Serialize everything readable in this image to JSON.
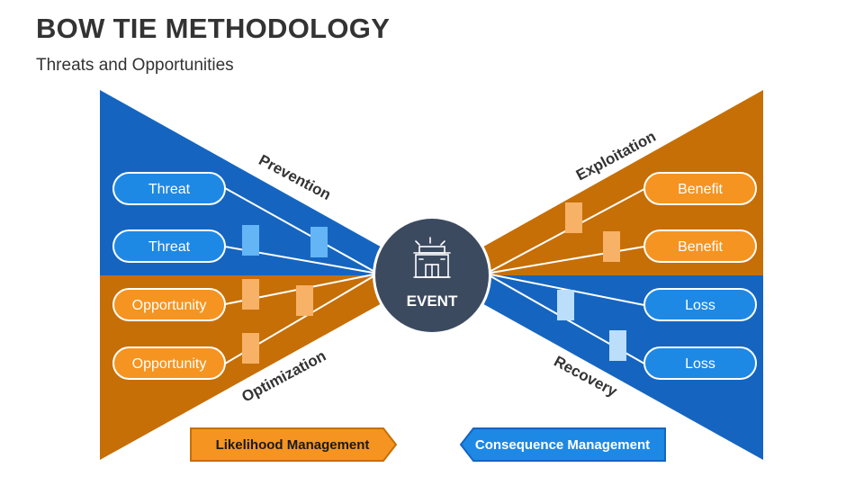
{
  "header": {
    "title": "BOW TIE METHODOLOGY",
    "subtitle": "Threats and Opportunities"
  },
  "colors": {
    "blue": "#1565c0",
    "orange": "#c66f06",
    "pill_blue": "#1e88e5",
    "pill_orange": "#f59421",
    "barrier_blue": "#64b5f6",
    "barrier_orange": "#f7b267",
    "event_circle": "#3c4a60"
  },
  "left": {
    "pills": [
      "Threat",
      "Threat",
      "Opportunity",
      "Opportunity"
    ],
    "label_top": "Prevention",
    "label_bottom": "Optimization"
  },
  "right": {
    "pills": [
      "Benefit",
      "Benefit",
      "Loss",
      "Loss"
    ],
    "label_top": "Exploitation",
    "label_bottom": "Recovery"
  },
  "center": {
    "label": "EVENT",
    "icon": "building-event-icon"
  },
  "footer": {
    "likelihood": "Likelihood Management",
    "consequence": "Consequence Management"
  }
}
